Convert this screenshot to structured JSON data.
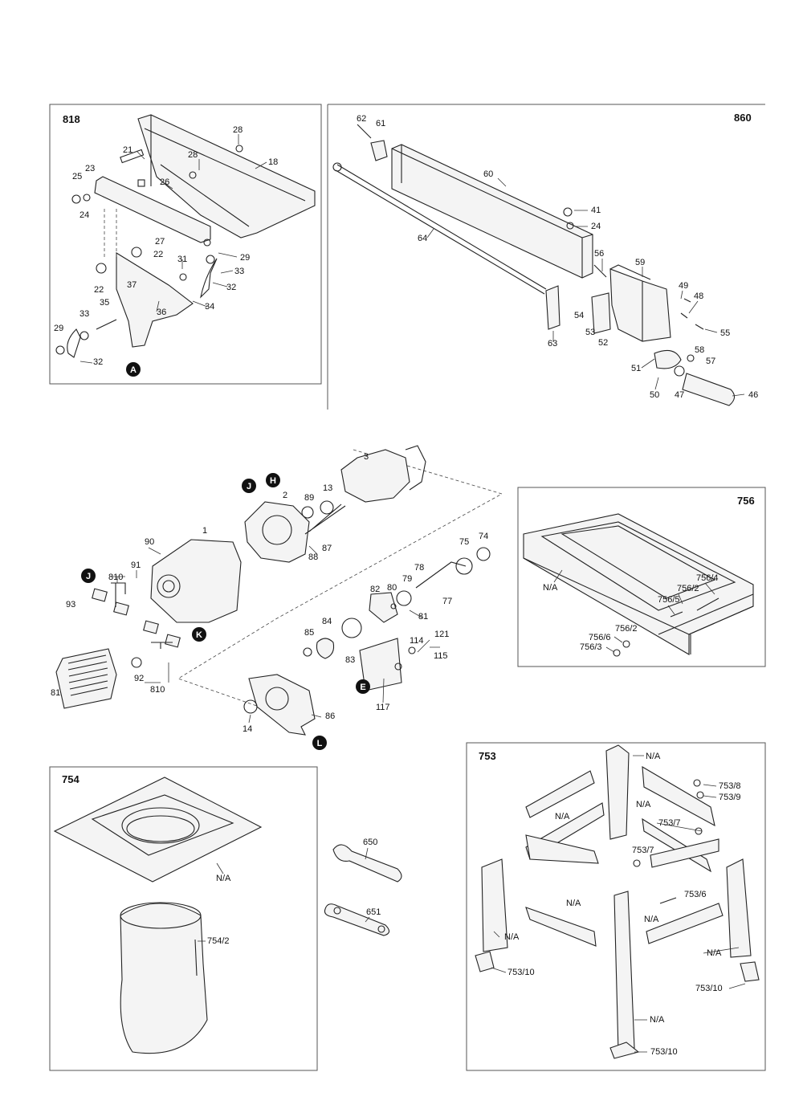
{
  "sections": {
    "s818": {
      "title": "818",
      "labels": [
        "28",
        "21",
        "28",
        "18",
        "25",
        "23",
        "26",
        "24",
        "27",
        "22",
        "22",
        "31",
        "29",
        "33",
        "37",
        "32",
        "36",
        "34",
        "33",
        "35",
        "29",
        "32"
      ],
      "callout": "A"
    },
    "s860": {
      "title": "860",
      "labels": [
        "62",
        "61",
        "60",
        "41",
        "24",
        "64",
        "56",
        "59",
        "49",
        "48",
        "54",
        "53",
        "52",
        "55",
        "63",
        "58",
        "57",
        "51",
        "50",
        "47",
        "46"
      ]
    },
    "motor": {
      "labels": [
        "3",
        "89",
        "13",
        "2",
        "90",
        "1",
        "88",
        "87",
        "91",
        "810",
        "75",
        "74",
        "78",
        "79",
        "80",
        "82",
        "77",
        "93",
        "81",
        "84",
        "85",
        "121",
        "114",
        "115",
        "83",
        "92",
        "810",
        "117",
        "81",
        "86",
        "14"
      ],
      "callouts": [
        "J",
        "H",
        "J",
        "K",
        "E",
        "L"
      ]
    },
    "s756": {
      "title": "756",
      "labels": [
        "N/A",
        "756/4",
        "756/2",
        "756/5",
        "756/6",
        "756/3",
        "756/2"
      ]
    },
    "s754": {
      "title": "754",
      "labels": [
        "N/A",
        "754/2"
      ]
    },
    "tools": {
      "labels": [
        "650",
        "651"
      ]
    },
    "s753": {
      "title": "753",
      "labels": [
        "N/A",
        "753/8",
        "753/9",
        "N/A",
        "N/A",
        "753/7",
        "753/7",
        "753/6",
        "N/A",
        "N/A",
        "N/A",
        "N/A",
        "753/10",
        "753/10",
        "N/A",
        "753/10"
      ]
    }
  }
}
